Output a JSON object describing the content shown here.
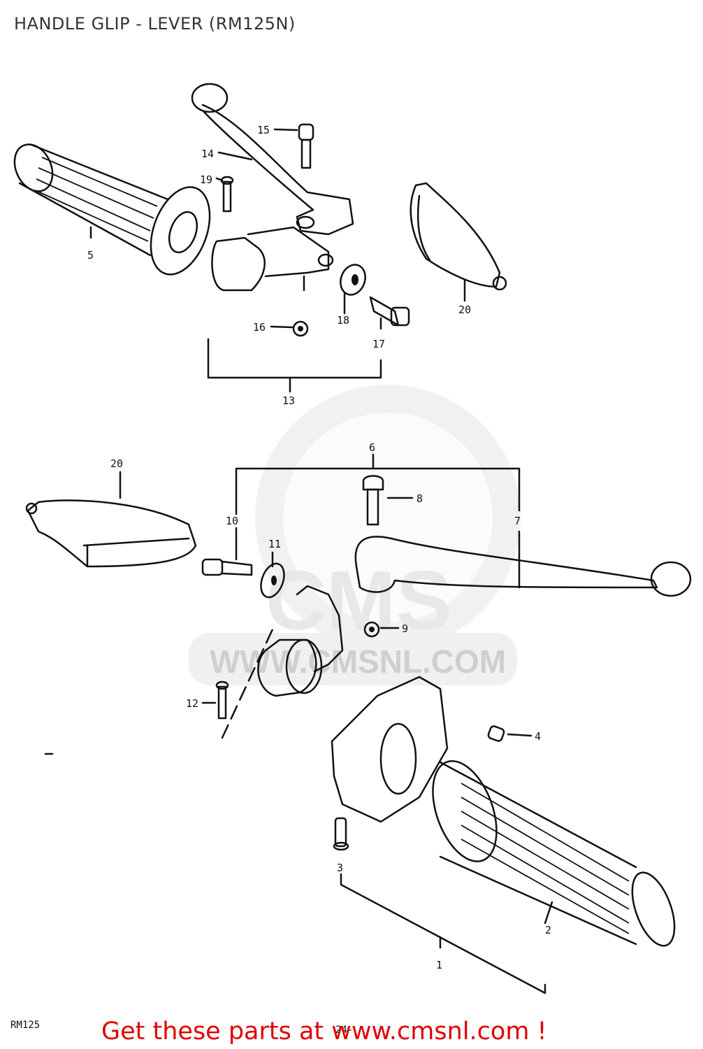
{
  "title": "HANDLE GLIP - LEVER (RM125N)",
  "watermark": "WWW.CMSNL.COM",
  "watermark_logo": "CMS",
  "sheet_code": "RM125",
  "page_number": "24-",
  "footer_text": "Get these parts at www.cmsnl.com !",
  "callouts": {
    "c1": "1",
    "c2": "2",
    "c3": "3",
    "c4": "4",
    "c5": "5",
    "c6": "6",
    "c7": "7",
    "c8": "8",
    "c9": "9",
    "c10": "10",
    "c11": "11",
    "c12": "12",
    "c13": "13",
    "c14": "14",
    "c15": "15",
    "c16": "16",
    "c17": "17",
    "c18": "18",
    "c19": "19",
    "c20a": "20",
    "c20b": "20"
  },
  "colors": {
    "footer": "#e00000",
    "line": "#111111",
    "watermark": "#e8e8e8"
  }
}
